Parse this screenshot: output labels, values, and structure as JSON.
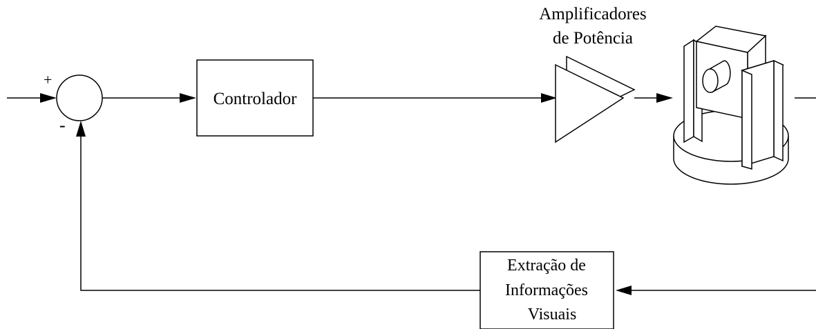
{
  "blocks": {
    "controller": {
      "label": "Controlador"
    },
    "amplifiers": {
      "line1": "Amplificadores",
      "line2": "de Potência"
    },
    "feedback": {
      "line1": "Extração de",
      "line2": "Informações",
      "line3": "Visuais"
    }
  },
  "summing_junction": {
    "plus": "+",
    "minus": "-"
  },
  "icons": {
    "plant": "pan-tilt-camera-icon",
    "amplifier": "amplifier-triangle-icon"
  },
  "colors": {
    "stroke": "#000000",
    "background": "#ffffff"
  }
}
